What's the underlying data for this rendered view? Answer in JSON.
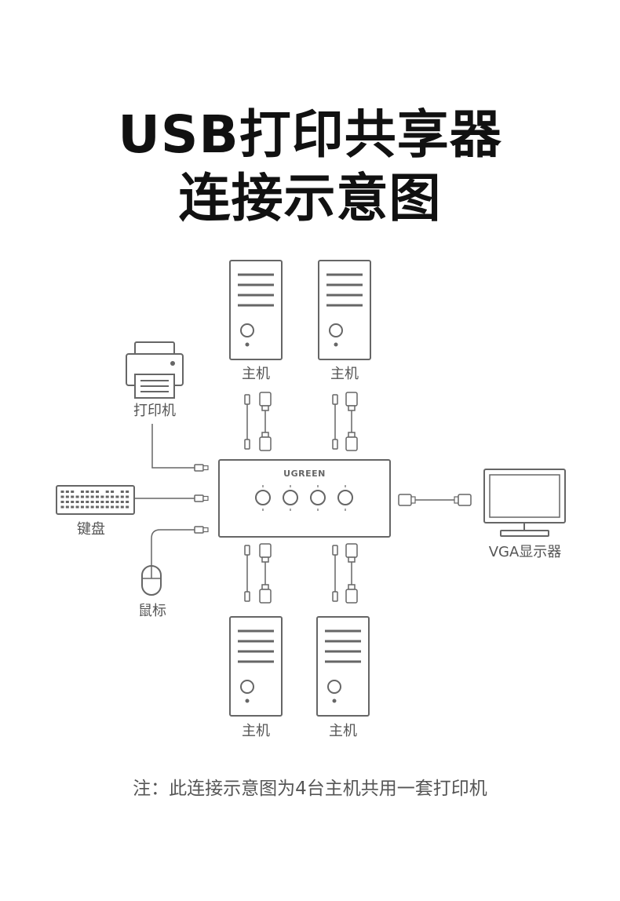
{
  "title": {
    "line1": "USB打印共享器",
    "line2": "连接示意图"
  },
  "labels": {
    "host_top_left": "主机",
    "host_top_right": "主机",
    "host_bottom_left": "主机",
    "host_bottom_right": "主机",
    "printer": "打印机",
    "keyboard": "键盘",
    "mouse": "鼠标",
    "monitor": "VGA显示器"
  },
  "device": {
    "brand": "UGREEN",
    "button_count": 4
  },
  "note": "注：此连接示意图为4台主机共用一套打印机",
  "colors": {
    "line": "#666666",
    "title": "#111111",
    "label": "#555555"
  }
}
